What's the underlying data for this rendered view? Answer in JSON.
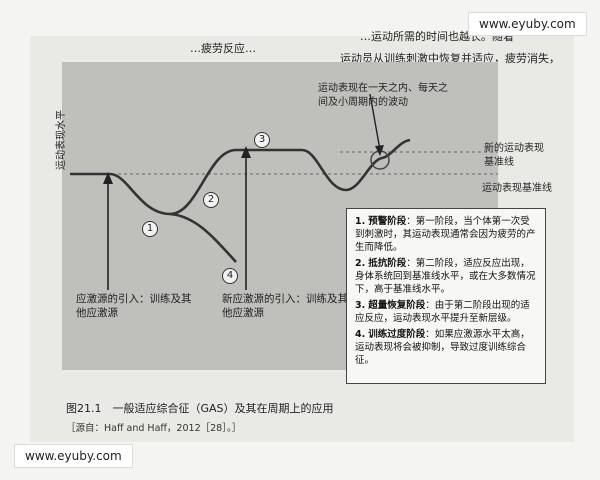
{
  "watermark_top": "www.eyuby.com",
  "watermark_bottom": "www.eyuby.com",
  "top_text": {
    "line1_left": "…疲劳反应…",
    "line2_right": "…运动所需的时间也越长。随着",
    "line3_right": "运动员从训练刺激中恢复并适应，疲劳消失，"
  },
  "chart": {
    "ylabel": "运动表现水平",
    "annotation_wave": "运动表现在一天之内、每天之间及小周期内的波动",
    "label_new_baseline": "新的运动表现基准线",
    "label_baseline": "运动表现基准线",
    "markers": [
      "1",
      "2",
      "3",
      "4"
    ],
    "stress_intro": "应激源的引入：训练及其他应激源",
    "new_stress_intro": "新应激源的引入：训练及其他应激源"
  },
  "notes": [
    {
      "num": "1.",
      "title": "预警阶段",
      "text": "：第一阶段，当个体第一次受到刺激时，其运动表现通常会因为疲劳的产生而降低。"
    },
    {
      "num": "2.",
      "title": "抵抗阶段",
      "text": "：第二阶段，适应反应出现，身体系统回到基准线水平，或在大多数情况下，高于基准线水平。"
    },
    {
      "num": "3.",
      "title": "超量恢复阶段",
      "text": "：由于第二阶段出现的适应反应，运动表现水平提升至新层级。"
    },
    {
      "num": "4.",
      "title": "训练过度阶段",
      "text": "：如果应激源水平太高，运动表现将会被抑制，导致过度训练综合征。"
    }
  ],
  "caption": "图21.1　一般适应综合征（GAS）及其在周期上的应用",
  "source": "［源自：Haff and Haff，2012［28］。］"
}
